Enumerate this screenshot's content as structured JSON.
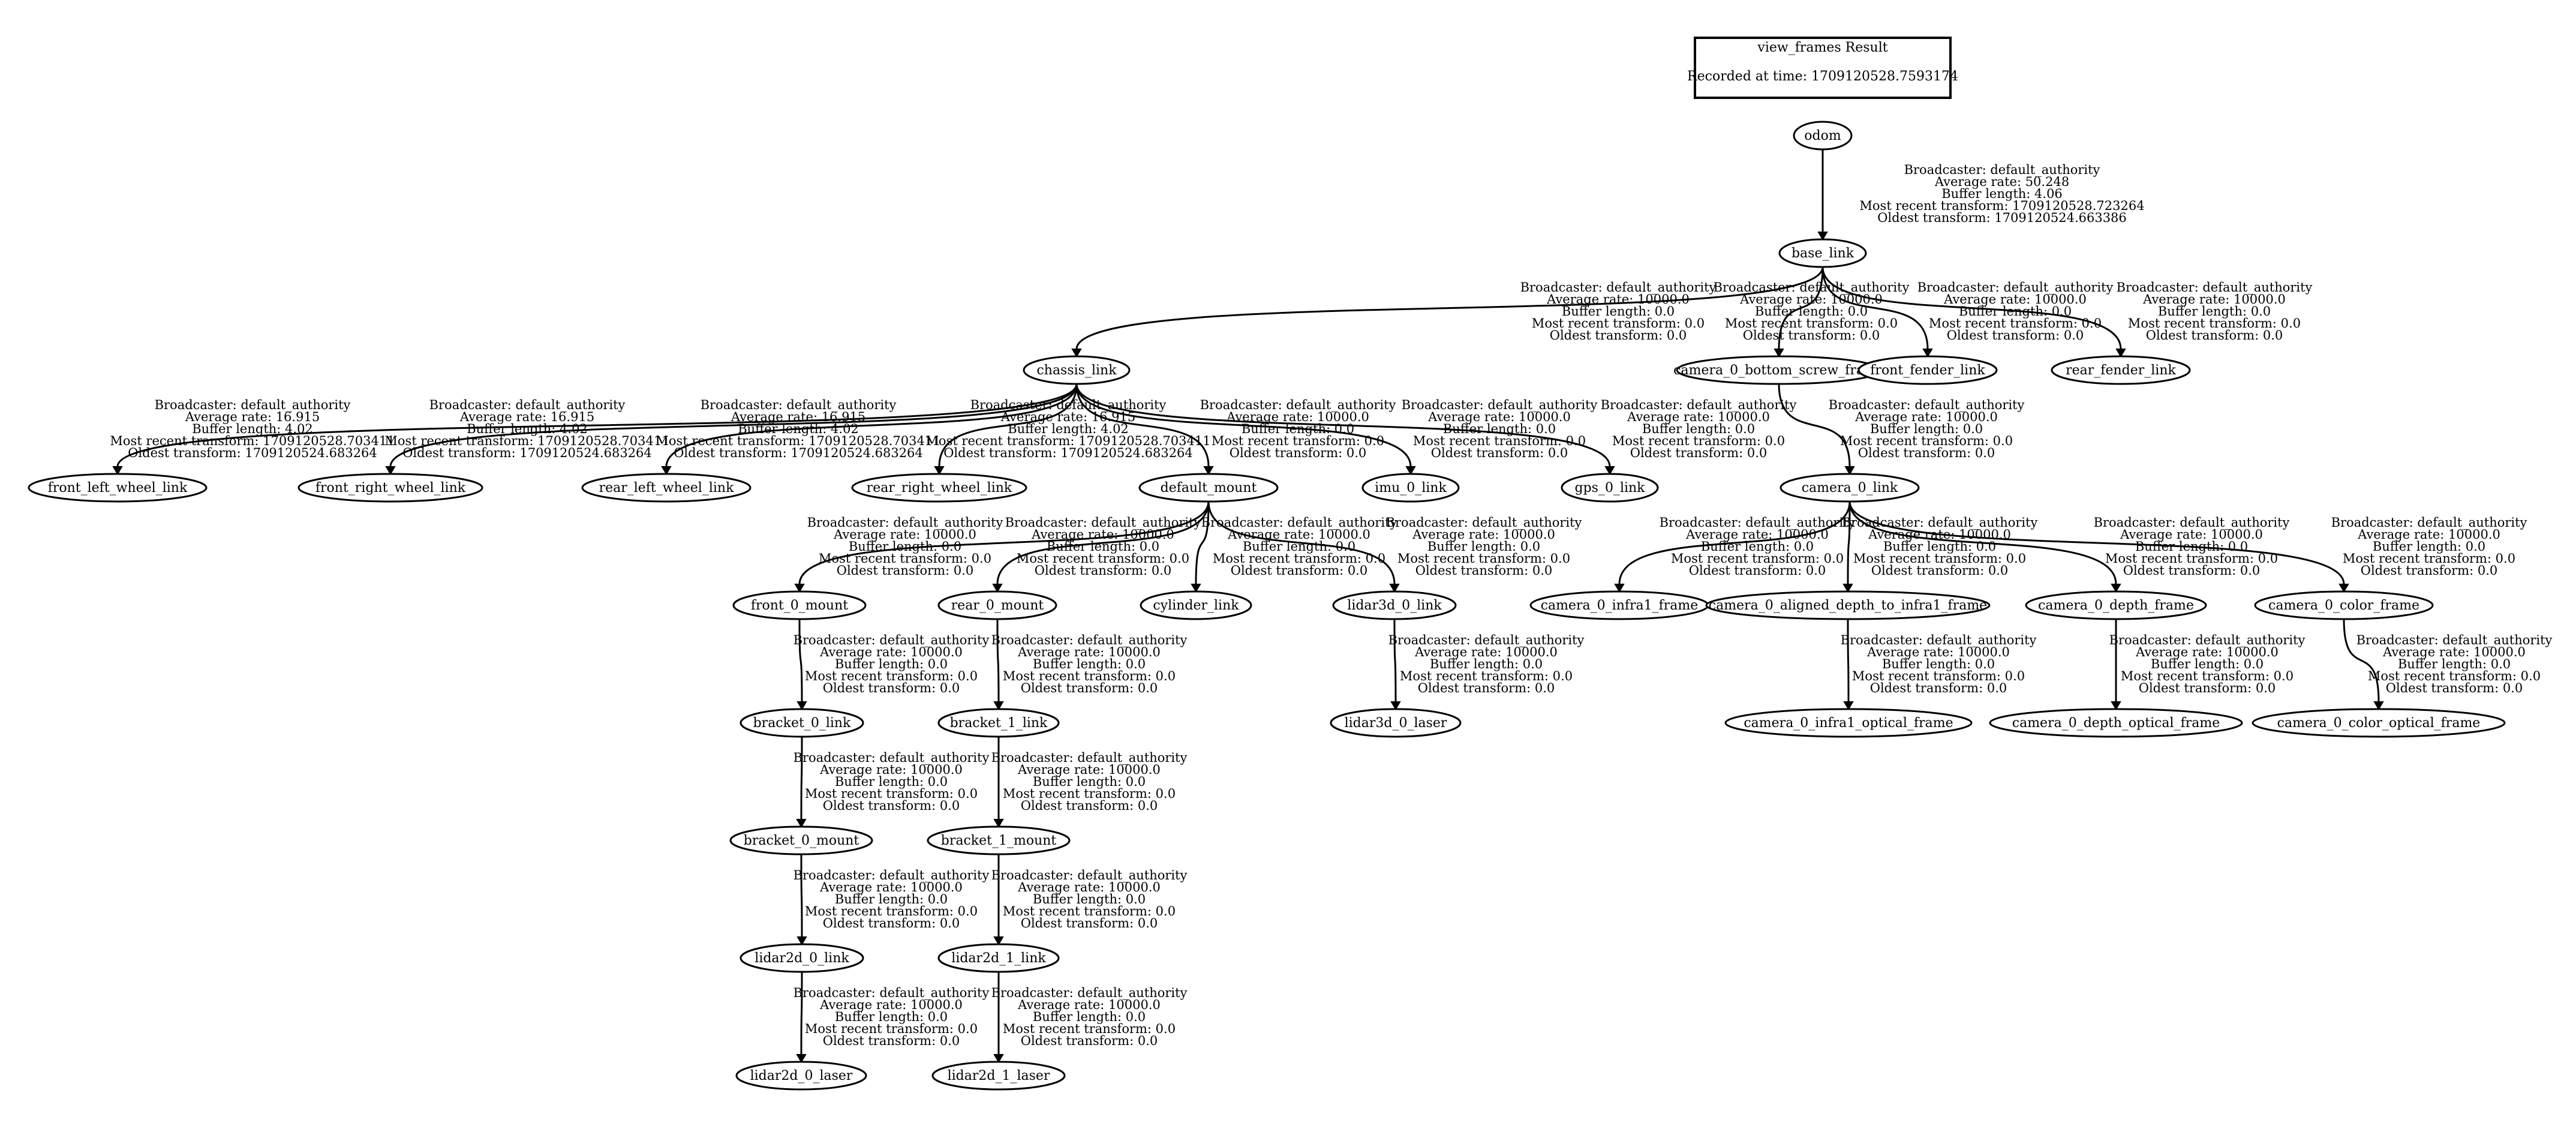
{
  "header": {
    "title": "view_frames Result",
    "recorded": "Recorded at time: 1709120528.7593174"
  },
  "nodes": [
    {
      "id": "odom",
      "label": "odom"
    },
    {
      "id": "base_link",
      "label": "base_link"
    },
    {
      "id": "chassis_link",
      "label": "chassis_link"
    },
    {
      "id": "camera_0_bottom_screw_frame",
      "label": "camera_0_bottom_screw_frame"
    },
    {
      "id": "front_fender_link",
      "label": "front_fender_link"
    },
    {
      "id": "rear_fender_link",
      "label": "rear_fender_link"
    },
    {
      "id": "front_left_wheel_link",
      "label": "front_left_wheel_link"
    },
    {
      "id": "front_right_wheel_link",
      "label": "front_right_wheel_link"
    },
    {
      "id": "rear_left_wheel_link",
      "label": "rear_left_wheel_link"
    },
    {
      "id": "rear_right_wheel_link",
      "label": "rear_right_wheel_link"
    },
    {
      "id": "default_mount",
      "label": "default_mount"
    },
    {
      "id": "imu_0_link",
      "label": "imu_0_link"
    },
    {
      "id": "gps_0_link",
      "label": "gps_0_link"
    },
    {
      "id": "camera_0_link",
      "label": "camera_0_link"
    },
    {
      "id": "front_0_mount",
      "label": "front_0_mount"
    },
    {
      "id": "rear_0_mount",
      "label": "rear_0_mount"
    },
    {
      "id": "cylinder_link",
      "label": "cylinder_link"
    },
    {
      "id": "lidar3d_0_link",
      "label": "lidar3d_0_link"
    },
    {
      "id": "camera_0_infra1_frame",
      "label": "camera_0_infra1_frame"
    },
    {
      "id": "camera_0_aligned_depth_to_infra1_frame",
      "label": "camera_0_aligned_depth_to_infra1_frame"
    },
    {
      "id": "camera_0_depth_frame",
      "label": "camera_0_depth_frame"
    },
    {
      "id": "camera_0_color_frame",
      "label": "camera_0_color_frame"
    },
    {
      "id": "bracket_0_link",
      "label": "bracket_0_link"
    },
    {
      "id": "bracket_1_link",
      "label": "bracket_1_link"
    },
    {
      "id": "lidar3d_0_laser",
      "label": "lidar3d_0_laser"
    },
    {
      "id": "camera_0_infra1_optical_frame",
      "label": "camera_0_infra1_optical_frame"
    },
    {
      "id": "camera_0_depth_optical_frame",
      "label": "camera_0_depth_optical_frame"
    },
    {
      "id": "camera_0_color_optical_frame",
      "label": "camera_0_color_optical_frame"
    },
    {
      "id": "bracket_0_mount",
      "label": "bracket_0_mount"
    },
    {
      "id": "bracket_1_mount",
      "label": "bracket_1_mount"
    },
    {
      "id": "lidar2d_0_link",
      "label": "lidar2d_0_link"
    },
    {
      "id": "lidar2d_1_link",
      "label": "lidar2d_1_link"
    },
    {
      "id": "lidar2d_0_laser",
      "label": "lidar2d_0_laser"
    },
    {
      "id": "lidar2d_1_laser",
      "label": "lidar2d_1_laser"
    }
  ],
  "edges": [
    {
      "from": "odom",
      "to": "base_link",
      "lines": [
        "Broadcaster: default_authority",
        "Average rate: 50.248",
        "Buffer length: 4.06",
        "Most recent transform: 1709120528.723264",
        "Oldest transform: 1709120524.663386"
      ]
    },
    {
      "from": "base_link",
      "to": "chassis_link",
      "lines": [
        "Broadcaster: default_authority",
        "Average rate: 10000.0",
        "Buffer length: 0.0",
        "Most recent transform: 0.0",
        "Oldest transform: 0.0"
      ]
    },
    {
      "from": "base_link",
      "to": "camera_0_bottom_screw_frame",
      "lines": [
        "Broadcaster: default_authority",
        "Average rate: 10000.0",
        "Buffer length: 0.0",
        "Most recent transform: 0.0",
        "Oldest transform: 0.0"
      ]
    },
    {
      "from": "base_link",
      "to": "front_fender_link",
      "lines": [
        "Broadcaster: default_authority",
        "Average rate: 10000.0",
        "Buffer length: 0.0",
        "Most recent transform: 0.0",
        "Oldest transform: 0.0"
      ]
    },
    {
      "from": "base_link",
      "to": "rear_fender_link",
      "lines": [
        "Broadcaster: default_authority",
        "Average rate: 10000.0",
        "Buffer length: 0.0",
        "Most recent transform: 0.0",
        "Oldest transform: 0.0"
      ]
    },
    {
      "from": "chassis_link",
      "to": "front_left_wheel_link",
      "lines": [
        "Broadcaster: default_authority",
        "Average rate: 16.915",
        "Buffer length: 4.02",
        "Most recent transform: 1709120528.703411",
        "Oldest transform: 1709120524.683264"
      ]
    },
    {
      "from": "chassis_link",
      "to": "front_right_wheel_link",
      "lines": [
        "Broadcaster: default_authority",
        "Average rate: 16.915",
        "Buffer length: 4.02",
        "Most recent transform: 1709120528.703411",
        "Oldest transform: 1709120524.683264"
      ]
    },
    {
      "from": "chassis_link",
      "to": "rear_left_wheel_link",
      "lines": [
        "Broadcaster: default_authority",
        "Average rate: 16.915",
        "Buffer length: 4.02",
        "Most recent transform: 1709120528.703411",
        "Oldest transform: 1709120524.683264"
      ]
    },
    {
      "from": "chassis_link",
      "to": "rear_right_wheel_link",
      "lines": [
        "Broadcaster: default_authority",
        "Average rate: 16.915",
        "Buffer length: 4.02",
        "Most recent transform: 1709120528.703411",
        "Oldest transform: 1709120524.683264"
      ]
    },
    {
      "from": "chassis_link",
      "to": "default_mount",
      "lines": [
        "Broadcaster: default_authority",
        "Average rate: 10000.0",
        "Buffer length: 0.0",
        "Most recent transform: 0.0",
        "Oldest transform: 0.0"
      ]
    },
    {
      "from": "chassis_link",
      "to": "imu_0_link",
      "lines": [
        "Broadcaster: default_authority",
        "Average rate: 10000.0",
        "Buffer length: 0.0",
        "Most recent transform: 0.0",
        "Oldest transform: 0.0"
      ]
    },
    {
      "from": "chassis_link",
      "to": "gps_0_link",
      "lines": [
        "Broadcaster: default_authority",
        "Average rate: 10000.0",
        "Buffer length: 0.0",
        "Most recent transform: 0.0",
        "Oldest transform: 0.0"
      ]
    },
    {
      "from": "camera_0_bottom_screw_frame",
      "to": "camera_0_link",
      "lines": [
        "Broadcaster: default_authority",
        "Average rate: 10000.0",
        "Buffer length: 0.0",
        "Most recent transform: 0.0",
        "Oldest transform: 0.0"
      ]
    },
    {
      "from": "default_mount",
      "to": "front_0_mount",
      "lines": [
        "Broadcaster: default_authority",
        "Average rate: 10000.0",
        "Buffer length: 0.0",
        "Most recent transform: 0.0",
        "Oldest transform: 0.0"
      ]
    },
    {
      "from": "default_mount",
      "to": "rear_0_mount",
      "lines": [
        "Broadcaster: default_authority",
        "Average rate: 10000.0",
        "Buffer length: 0.0",
        "Most recent transform: 0.0",
        "Oldest transform: 0.0"
      ]
    },
    {
      "from": "default_mount",
      "to": "cylinder_link",
      "lines": [
        "Broadcaster: default_authority",
        "Average rate: 10000.0",
        "Buffer length: 0.0",
        "Most recent transform: 0.0",
        "Oldest transform: 0.0"
      ]
    },
    {
      "from": "default_mount",
      "to": "lidar3d_0_link",
      "lines": [
        "Broadcaster: default_authority",
        "Average rate: 10000.0",
        "Buffer length: 0.0",
        "Most recent transform: 0.0",
        "Oldest transform: 0.0"
      ]
    },
    {
      "from": "camera_0_link",
      "to": "camera_0_infra1_frame",
      "lines": [
        "Broadcaster: default_authority",
        "Average rate: 10000.0",
        "Buffer length: 0.0",
        "Most recent transform: 0.0",
        "Oldest transform: 0.0"
      ]
    },
    {
      "from": "camera_0_link",
      "to": "camera_0_aligned_depth_to_infra1_frame",
      "lines": [
        "Broadcaster: default_authority",
        "Average rate: 10000.0",
        "Buffer length: 0.0",
        "Most recent transform: 0.0",
        "Oldest transform: 0.0"
      ]
    },
    {
      "from": "camera_0_link",
      "to": "camera_0_depth_frame",
      "lines": [
        "Broadcaster: default_authority",
        "Average rate: 10000.0",
        "Buffer length: 0.0",
        "Most recent transform: 0.0",
        "Oldest transform: 0.0"
      ]
    },
    {
      "from": "camera_0_link",
      "to": "camera_0_color_frame",
      "lines": [
        "Broadcaster: default_authority",
        "Average rate: 10000.0",
        "Buffer length: 0.0",
        "Most recent transform: 0.0",
        "Oldest transform: 0.0"
      ]
    },
    {
      "from": "front_0_mount",
      "to": "bracket_0_link",
      "lines": [
        "Broadcaster: default_authority",
        "Average rate: 10000.0",
        "Buffer length: 0.0",
        "Most recent transform: 0.0",
        "Oldest transform: 0.0"
      ]
    },
    {
      "from": "rear_0_mount",
      "to": "bracket_1_link",
      "lines": [
        "Broadcaster: default_authority",
        "Average rate: 10000.0",
        "Buffer length: 0.0",
        "Most recent transform: 0.0",
        "Oldest transform: 0.0"
      ]
    },
    {
      "from": "lidar3d_0_link",
      "to": "lidar3d_0_laser",
      "lines": [
        "Broadcaster: default_authority",
        "Average rate: 10000.0",
        "Buffer length: 0.0",
        "Most recent transform: 0.0",
        "Oldest transform: 0.0"
      ]
    },
    {
      "from": "camera_0_aligned_depth_to_infra1_frame",
      "to": "camera_0_infra1_optical_frame",
      "lines": [
        "Broadcaster: default_authority",
        "Average rate: 10000.0",
        "Buffer length: 0.0",
        "Most recent transform: 0.0",
        "Oldest transform: 0.0"
      ]
    },
    {
      "from": "camera_0_depth_frame",
      "to": "camera_0_depth_optical_frame",
      "lines": [
        "Broadcaster: default_authority",
        "Average rate: 10000.0",
        "Buffer length: 0.0",
        "Most recent transform: 0.0",
        "Oldest transform: 0.0"
      ]
    },
    {
      "from": "camera_0_color_frame",
      "to": "camera_0_color_optical_frame",
      "lines": [
        "Broadcaster: default_authority",
        "Average rate: 10000.0",
        "Buffer length: 0.0",
        "Most recent transform: 0.0",
        "Oldest transform: 0.0"
      ]
    },
    {
      "from": "bracket_0_link",
      "to": "bracket_0_mount",
      "lines": [
        "Broadcaster: default_authority",
        "Average rate: 10000.0",
        "Buffer length: 0.0",
        "Most recent transform: 0.0",
        "Oldest transform: 0.0"
      ]
    },
    {
      "from": "bracket_1_link",
      "to": "bracket_1_mount",
      "lines": [
        "Broadcaster: default_authority",
        "Average rate: 10000.0",
        "Buffer length: 0.0",
        "Most recent transform: 0.0",
        "Oldest transform: 0.0"
      ]
    },
    {
      "from": "bracket_0_mount",
      "to": "lidar2d_0_link",
      "lines": [
        "Broadcaster: default_authority",
        "Average rate: 10000.0",
        "Buffer length: 0.0",
        "Most recent transform: 0.0",
        "Oldest transform: 0.0"
      ]
    },
    {
      "from": "bracket_1_mount",
      "to": "lidar2d_1_link",
      "lines": [
        "Broadcaster: default_authority",
        "Average rate: 10000.0",
        "Buffer length: 0.0",
        "Most recent transform: 0.0",
        "Oldest transform: 0.0"
      ]
    },
    {
      "from": "lidar2d_0_link",
      "to": "lidar2d_0_laser",
      "lines": [
        "Broadcaster: default_authority",
        "Average rate: 10000.0",
        "Buffer length: 0.0",
        "Most recent transform: 0.0",
        "Oldest transform: 0.0"
      ]
    },
    {
      "from": "lidar2d_1_link",
      "to": "lidar2d_1_laser",
      "lines": [
        "Broadcaster: default_authority",
        "Average rate: 10000.0",
        "Buffer length: 0.0",
        "Most recent transform: 0.0",
        "Oldest transform: 0.0"
      ]
    }
  ]
}
